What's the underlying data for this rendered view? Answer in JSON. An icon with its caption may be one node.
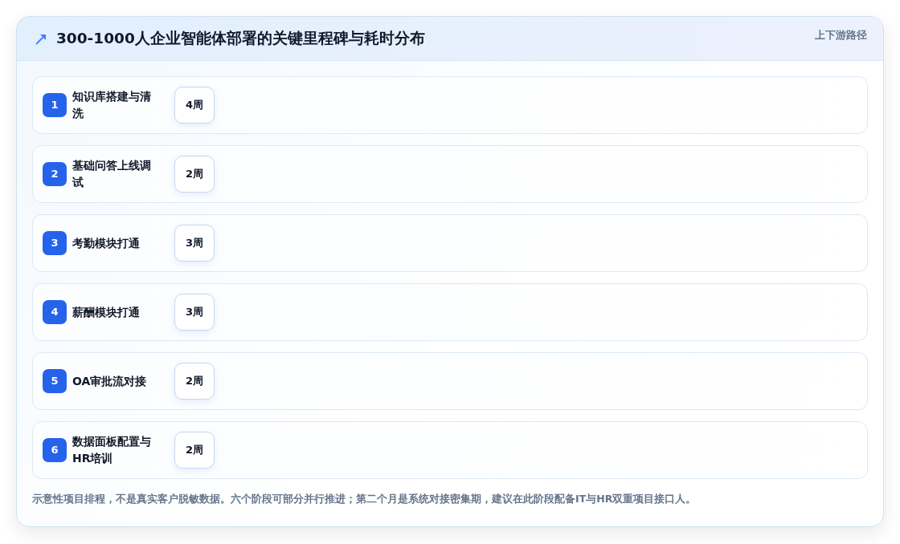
{
  "diagram": {
    "title": "300-1000人企业智能体部署的关键里程碑与耗时分布",
    "caption": "示意性项目排程，不是真实客户脱敏数据。六个阶段可部分并行推进；第二个月是系统对接密集期，建议在此阶段配备IT与HR双重项目接口人。",
    "nodes": [
      {
        "text": [
          "知识库搭建与清洗"
        ]
      },
      {
        "text": [
          "1"
        ],
        "in": 0
      },
      {
        "text": [
          "4周"
        ],
        "in": 0
      },
      {
        "text": [
          "基础问答上线调试"
        ]
      },
      {
        "text": [
          "2"
        ],
        "in": 3
      },
      {
        "text": [
          "2周"
        ],
        "in": 3
      },
      {
        "text": [
          "考勤模块打通"
        ]
      },
      {
        "text": [
          "3"
        ],
        "in": 6
      },
      {
        "text": [
          "3周"
        ],
        "in": 6
      },
      {
        "text": [
          "薪酬模块打通"
        ]
      },
      {
        "text": [
          "4"
        ],
        "in": 9
      },
      {
        "text": [
          "3周"
        ],
        "in": 9
      },
      {
        "text": [
          "OA审批流对接"
        ]
      },
      {
        "text": [
          "5"
        ],
        "in": 12
      },
      {
        "text": [
          "2周"
        ],
        "in": 12
      },
      {
        "text": [
          "数据面板配置与HR培训"
        ]
      },
      {
        "text": [
          "6"
        ],
        "in": 15
      },
      {
        "text": [
          "2周"
        ],
        "in": 15
      }
    ],
    "labels": [
      "上下游路径"
    ]
  }
}
